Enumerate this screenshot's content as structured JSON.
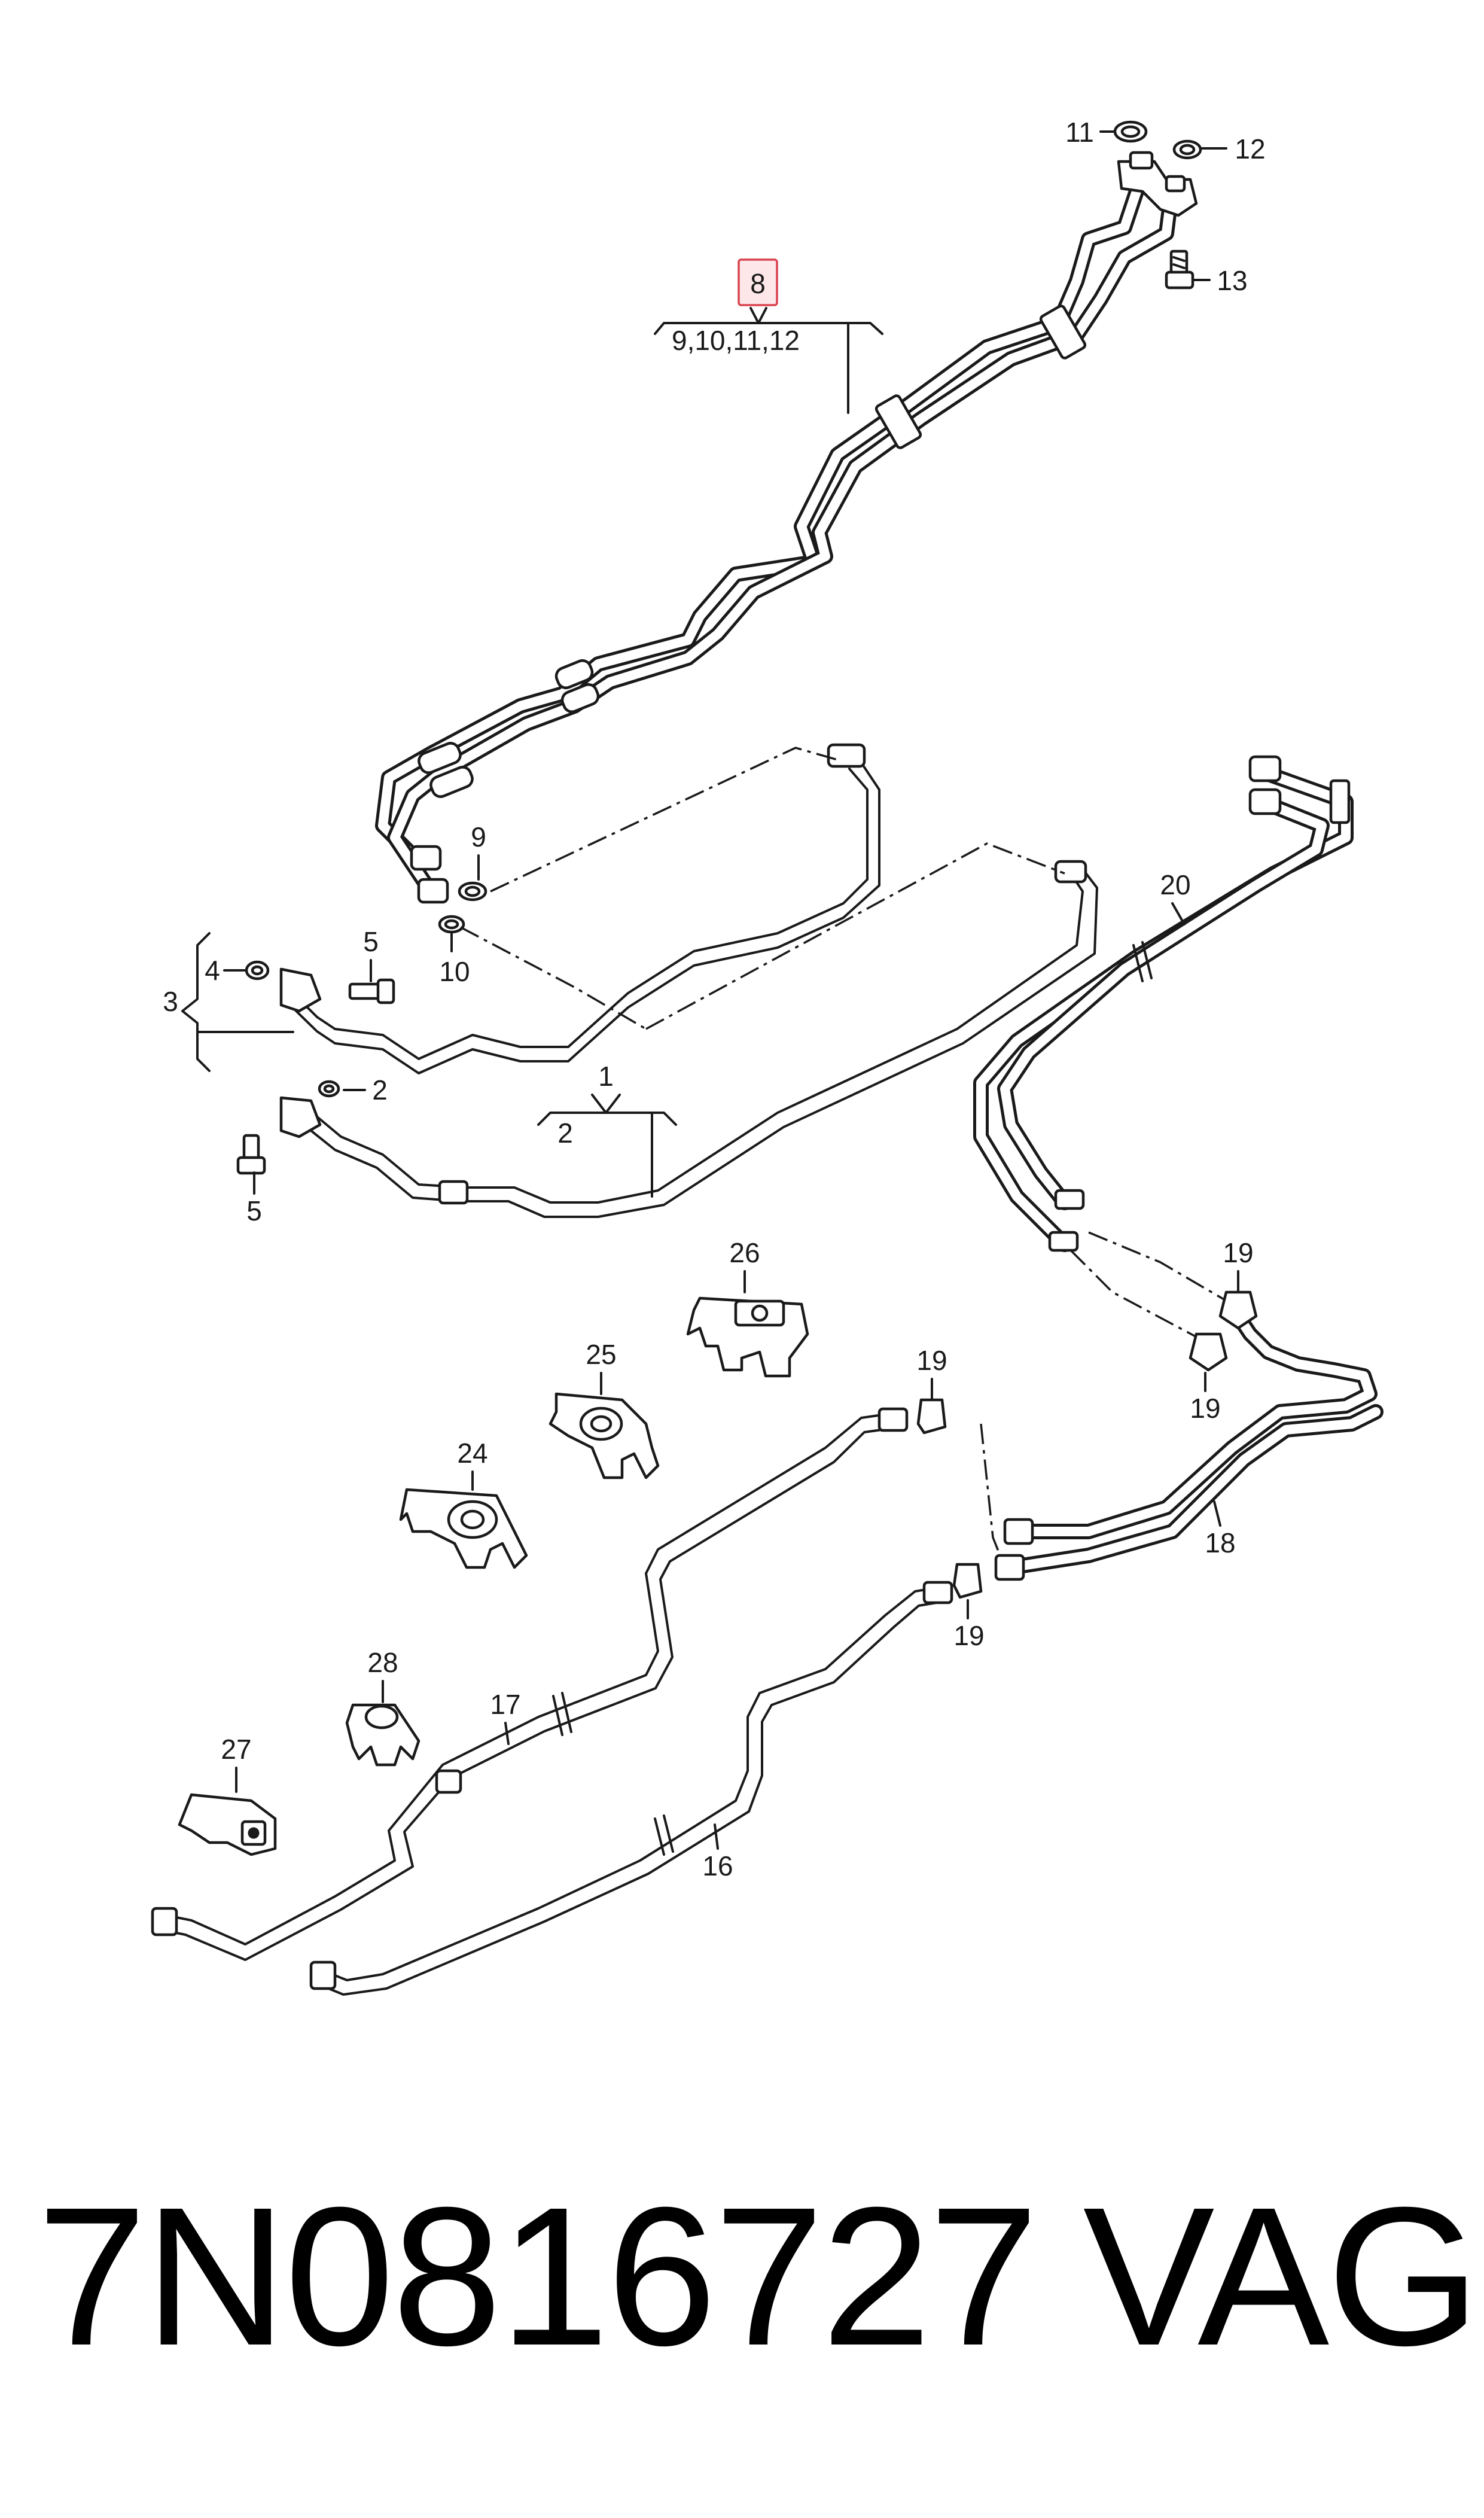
{
  "diagram": {
    "callouts": {
      "c1": "1",
      "c2a": "2",
      "c2b": "2",
      "c3": "3",
      "c4": "4",
      "c5a": "5",
      "c5b": "5",
      "c8": "8",
      "c8_sub": "9,10,11,12",
      "c9": "9",
      "c10": "10",
      "c11": "11",
      "c12": "12",
      "c13": "13",
      "c16": "16",
      "c17": "17",
      "c18": "18",
      "c19a": "19",
      "c19b": "19",
      "c19c": "19",
      "c19d": "19",
      "c20": "20",
      "c24": "24",
      "c25": "25",
      "c26": "26",
      "c27": "27",
      "c28": "28"
    },
    "highlighted_callout": "8",
    "highlight_color": "#d9434f"
  },
  "footer": {
    "part_number": "7N0816727",
    "brand": "VAG"
  }
}
